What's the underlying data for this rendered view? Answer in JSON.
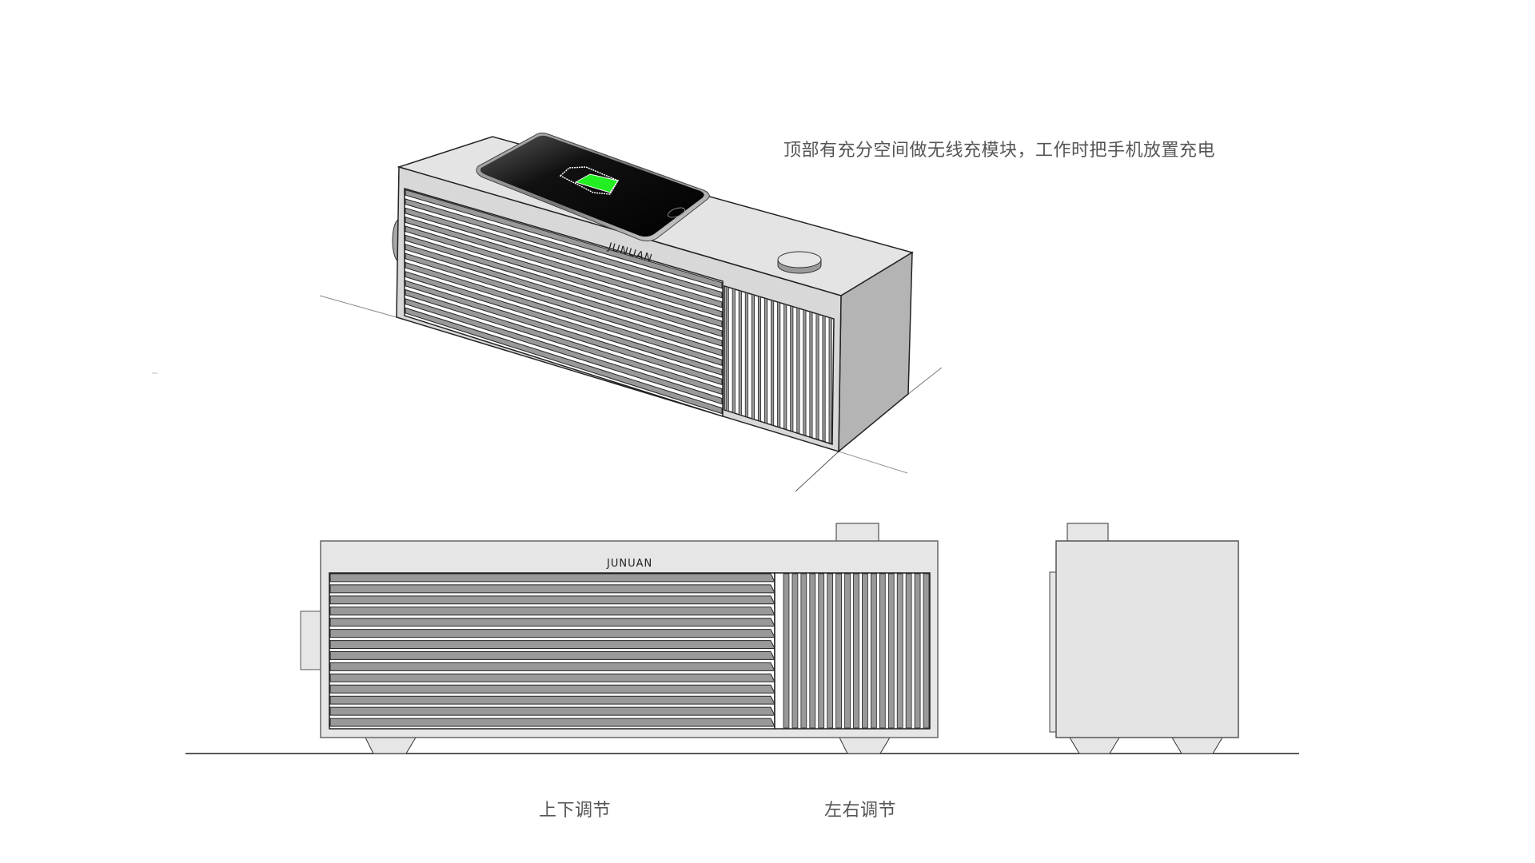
{
  "annotations": {
    "top_note": "顶部有充分空间做无线充模块，工作时把手机放置充电",
    "front_view_label": "上下调节",
    "side_view_label": "左右调节"
  },
  "brand": {
    "logo_text": "JUNUAN"
  },
  "phone": {
    "screen_icon": "battery-charging-icon",
    "battery_fill_color": "#22ee22"
  },
  "colors": {
    "body_front": "#e6e6e6",
    "body_top": "#e4e4e4",
    "body_side": "#b4b4b4",
    "slat": "#999999",
    "outline": "#222222",
    "caption_text": "#555555"
  },
  "views": [
    {
      "name": "perspective",
      "description": "speaker with phone on top"
    },
    {
      "name": "front",
      "label_key": "front_view_label"
    },
    {
      "name": "side",
      "label_key": "side_view_label"
    }
  ]
}
